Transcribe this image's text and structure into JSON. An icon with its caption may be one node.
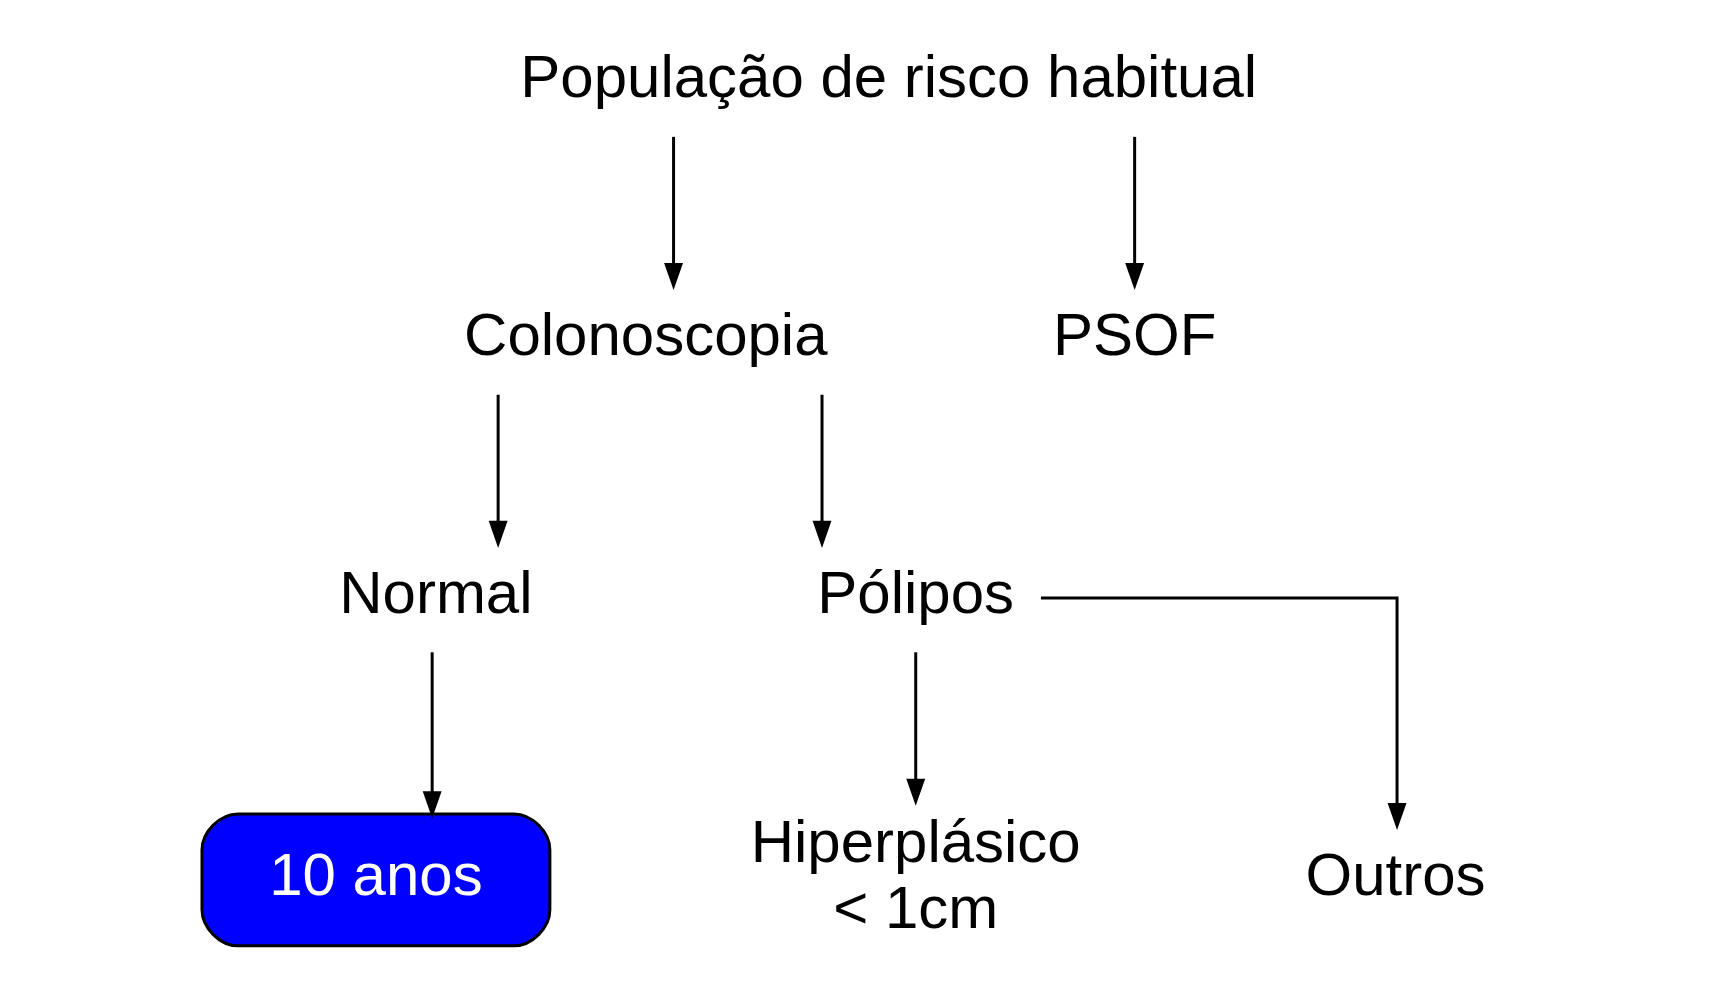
{
  "diagram": {
    "nodes": [
      {
        "text": [
          "População de risco habitual"
        ]
      },
      {
        "text": [
          "Colonoscopia"
        ]
      },
      {
        "text": [
          "PSOF"
        ]
      },
      {
        "text": [
          "Normal"
        ]
      },
      {
        "text": [
          "Pólipos"
        ]
      },
      {
        "text": [
          "10 anos"
        ]
      },
      {
        "text": [
          "Hiperplásico < 1cm"
        ]
      },
      {
        "text": [
          "Outros"
        ]
      }
    ],
    "edges": [
      {
        "from": 0,
        "to": 1,
        "arrow": "to"
      },
      {
        "from": 0,
        "to": 2,
        "arrow": "to"
      },
      {
        "from": 1,
        "to": 3,
        "arrow": "to"
      },
      {
        "from": 1,
        "to": 4,
        "arrow": "to"
      },
      {
        "from": 3,
        "to": 5,
        "arrow": "to"
      },
      {
        "from": 4,
        "to": 6,
        "arrow": "to"
      },
      {
        "from": 4,
        "to": 7,
        "arrow": "to"
      }
    ]
  }
}
